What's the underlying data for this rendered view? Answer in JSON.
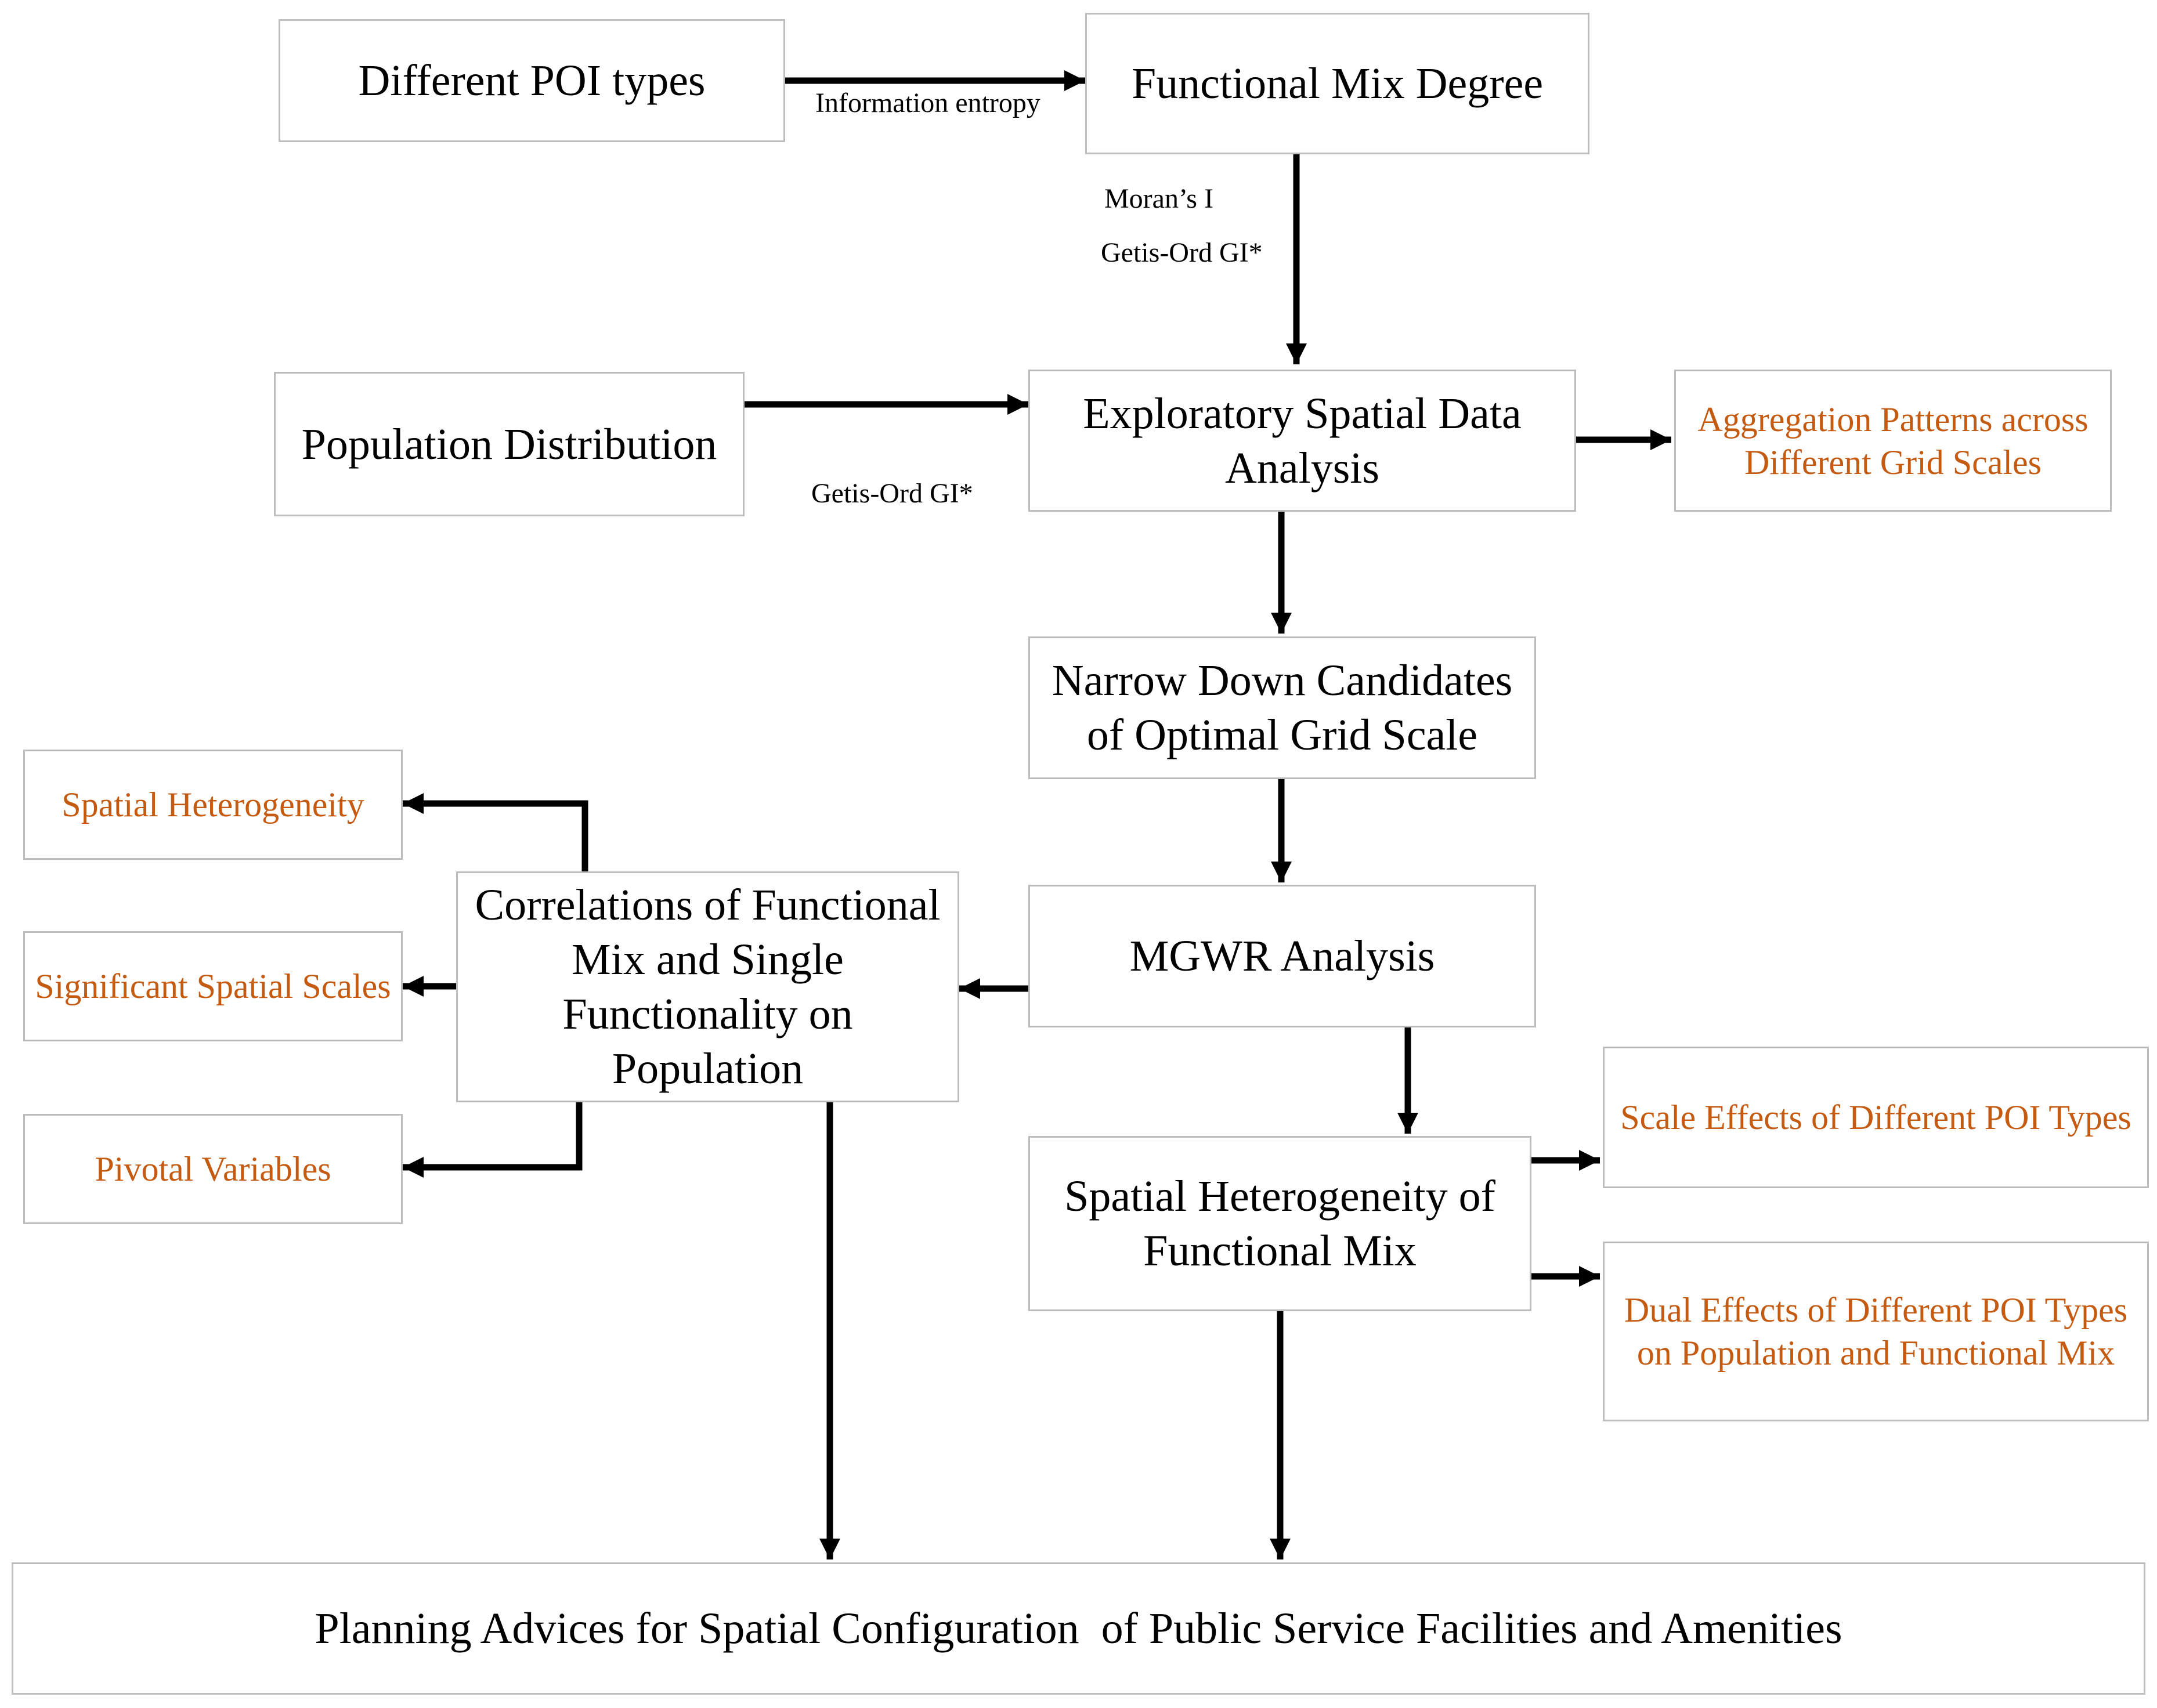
{
  "colors": {
    "main_text": "#000000",
    "outcome_text": "#c55a11",
    "arrow": "#000000",
    "box_border": "#bdbdbd"
  },
  "nodes": {
    "poi_types": "Different POI types",
    "mix_degree": "Functional Mix Degree",
    "population": "Population Distribution",
    "esda": "Exploratory Spatial Data Analysis",
    "aggregation": "Aggregation Patterns across Different Grid Scales",
    "narrow": "Narrow Down Candidates of Optimal Grid Scale",
    "mgwr": "MGWR Analysis",
    "correlations": "Correlations of Functional Mix and Single Functionality on Population",
    "spatial_het": "Spatial Heterogeneity",
    "sig_scales": "Significant Spatial Scales",
    "pivotal": "Pivotal Variables",
    "het_mix": "Spatial Heterogeneity of Functional Mix",
    "scale_effects": "Scale Effects of Different POI Types",
    "dual_effects": "Dual Effects of Different POI Types on Population and Functional Mix",
    "planning": "Planning Advices for Spatial Configuration  of Public Service Facilities and Amenities"
  },
  "edge_labels": {
    "info_entropy": "Information entropy",
    "morans": "Moran’s I",
    "getis_1": "Getis-Ord GI*",
    "getis_2": "Getis-Ord GI*"
  }
}
